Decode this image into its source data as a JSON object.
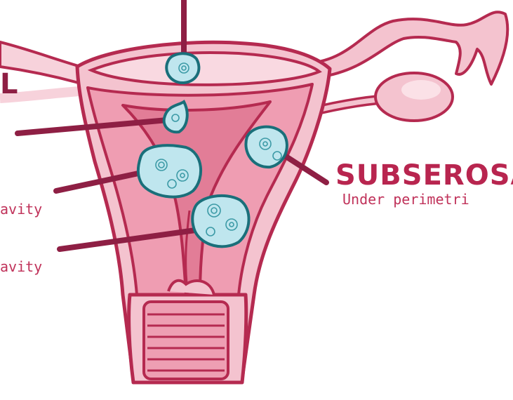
{
  "labels": {
    "subserosal_title": "SUBSEROSA",
    "subserosal_sub": "Under perimetri",
    "left_letter": "L",
    "cavity_1": "avity",
    "cavity_2": "avity"
  },
  "colors": {
    "outline": "#b52a50",
    "uterus_fill": "#f4c3cf",
    "uterus_inner": "#ee9fb3",
    "cavity": "#e27d97",
    "fibroid_fill": "#bfe6ee",
    "fibroid_stroke": "#1a6f7a",
    "pointer": "#8e1f44"
  }
}
